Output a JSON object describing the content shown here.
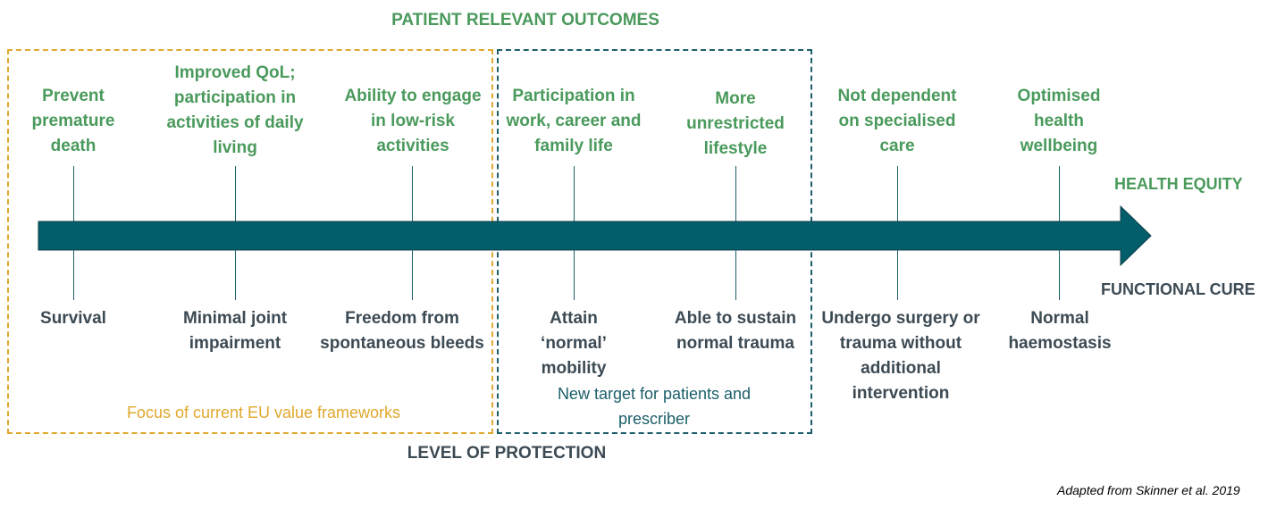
{
  "titles": {
    "top": "PATIENT RELEVANT OUTCOMES",
    "bottom": "LEVEL OF PROTECTION",
    "health_equity": "HEALTH EQUITY",
    "functional_cure": "FUNCTIONAL CURE"
  },
  "outcomes_top": [
    "Prevent premature death",
    "Improved QoL; participation in activities of daily living",
    "Ability to engage in low-risk activities",
    "Participation in work, career and family life",
    "More unrestricted lifestyle",
    "Not dependent on specialised care",
    "Optimised health wellbeing"
  ],
  "protection_bottom": [
    "Survival",
    "Minimal joint impairment",
    "Freedom from spontaneous bleeds",
    "Attain ‘normal’ mobility",
    "Able to sustain normal trauma",
    "Undergo surgery or trauma without additional intervention",
    "Normal haemostasis"
  ],
  "boxes": {
    "eu_label": "Focus of current EU value frameworks",
    "new_target_label": "New target for patients and prescriber"
  },
  "citation": "Adapted from Skinner et al. 2019",
  "colors": {
    "green": "#4a9a5c",
    "dark": "#3c4a54",
    "arrow": "#025e6b",
    "gold": "#e0a82e",
    "teal": "#1c5e6a"
  }
}
